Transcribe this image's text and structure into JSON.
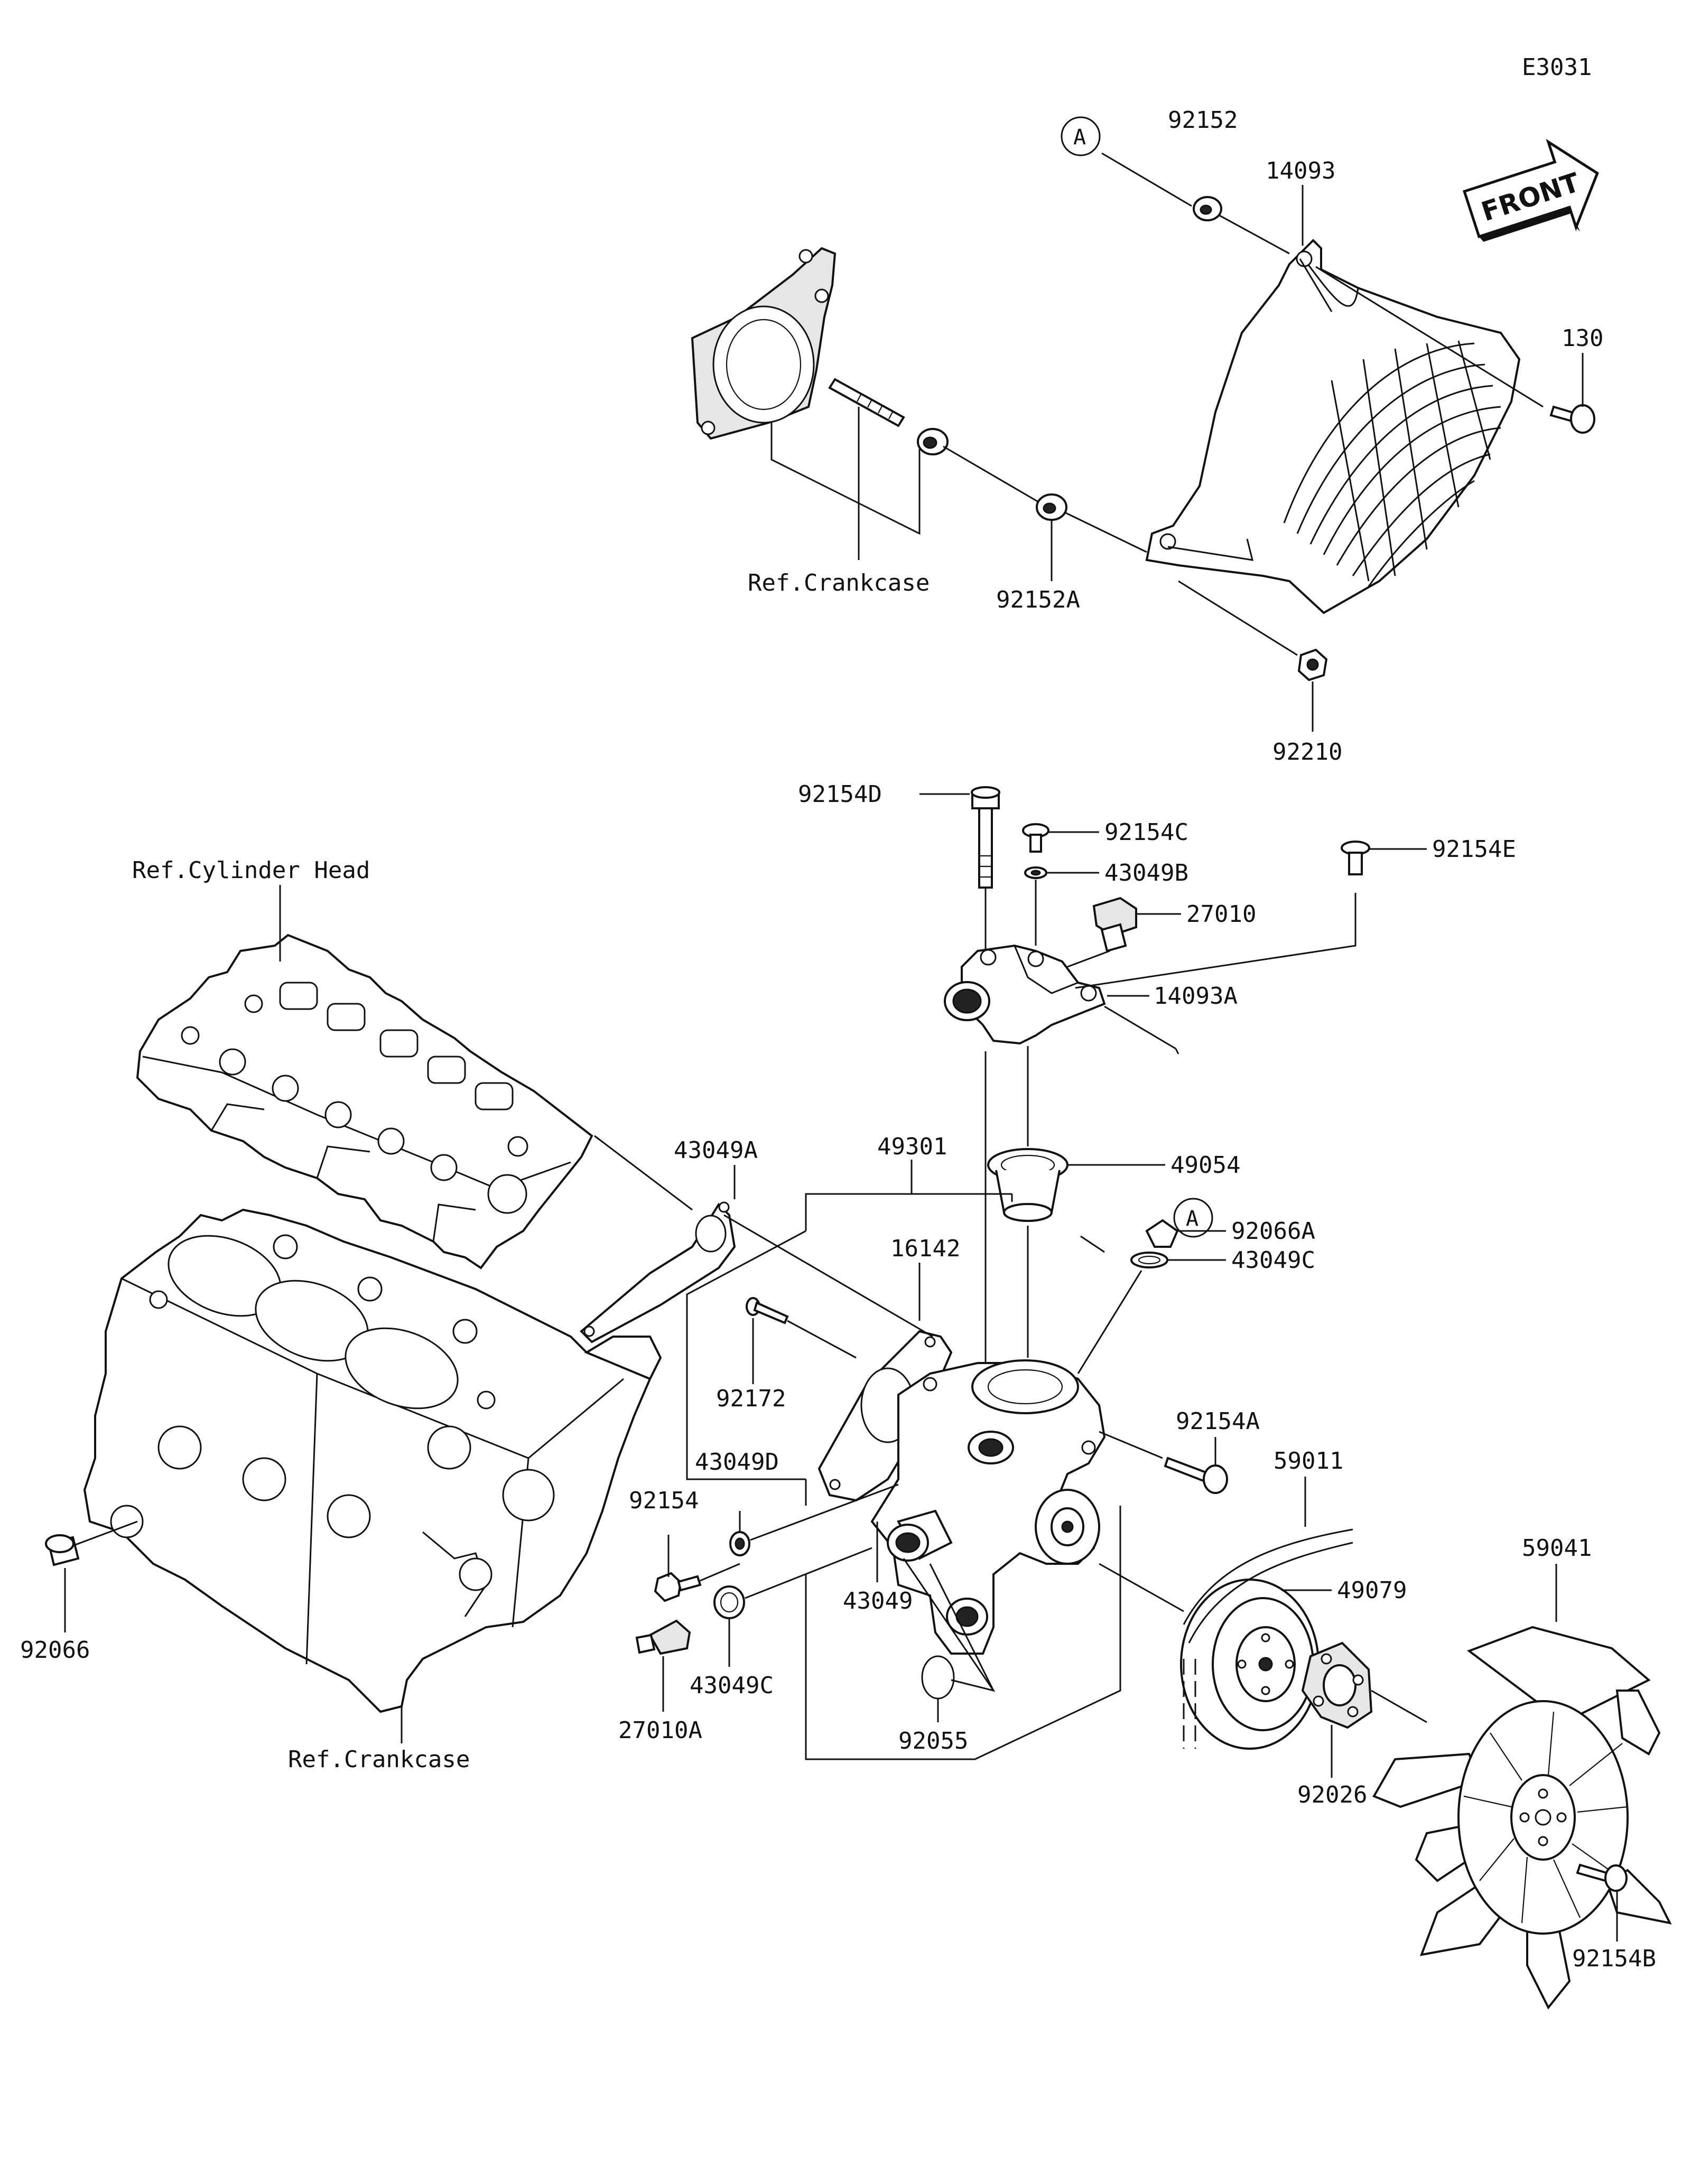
{
  "diagram_id": "E3031",
  "front_arrow_label": "FRONT",
  "ref_labels": {
    "crankcase_top": "Ref.Crankcase",
    "cylinder_head": "Ref.Cylinder Head",
    "crankcase_bottom": "Ref.Crankcase"
  },
  "reference_marker": "A",
  "part_numbers": {
    "p92152": "92152",
    "p14093": "14093",
    "p130": "130",
    "p92152A": "92152A",
    "p92210": "92210",
    "p92154D": "92154D",
    "p92154C": "92154C",
    "p43049B": "43049B",
    "p92154E": "92154E",
    "p27010": "27010",
    "p14093A": "14093A",
    "p43049A": "43049A",
    "p49301": "49301",
    "p49054": "49054",
    "p92066A": "92066A",
    "p43049C_top": "43049C",
    "p16142": "16142",
    "p92172": "92172",
    "p92154A": "92154A",
    "p59011": "59011",
    "p43049D": "43049D",
    "p92154": "92154",
    "p43049": "43049",
    "p49079": "49079",
    "p59041": "59041",
    "p92066": "92066",
    "p27010A": "27010A",
    "p43049C_bottom": "43049C",
    "p92055": "92055",
    "p92026": "92026",
    "p92154B": "92154B"
  },
  "colors": {
    "line": "#111111",
    "background": "#ffffff"
  }
}
